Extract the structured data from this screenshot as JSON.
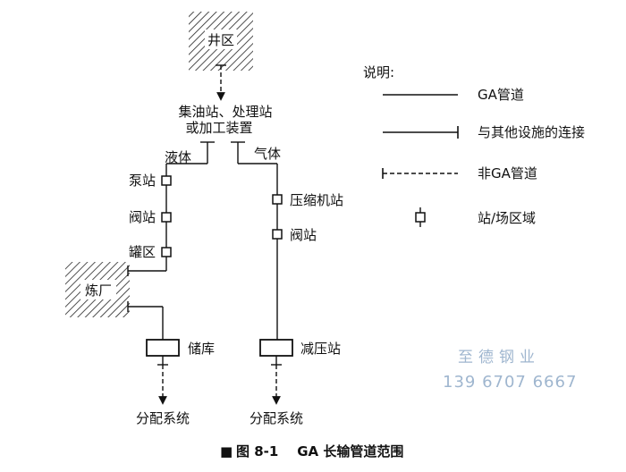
{
  "nodes": {
    "well_area": "井区",
    "gathering_line1": "集油站、处理站",
    "gathering_line2": "或加工装置",
    "liquid": "液体",
    "gas": "气体",
    "pump_station": "泵站",
    "valve_station_left": "阀站",
    "tank_area": "罐区",
    "refinery": "炼厂",
    "storage": "储库",
    "distribution_left": "分配系统",
    "compressor_station": "压缩机站",
    "valve_station_right": "阀站",
    "pressure_reducing_station": "减压站",
    "distribution_right": "分配系统"
  },
  "legend": {
    "title": "说明:",
    "items": [
      {
        "kind": "ga-pipeline",
        "label": "GA管道"
      },
      {
        "kind": "connection",
        "label": "与其他设施的连接"
      },
      {
        "kind": "non-ga-pipeline",
        "label": "非GA管道"
      },
      {
        "kind": "station",
        "label": "站/场区域"
      }
    ]
  },
  "caption": {
    "marker": "■",
    "text": "图 8-1    GA 长输管道范围"
  },
  "watermark": {
    "line1": "至德钢业",
    "line2": "139 6707 6667"
  },
  "colors": {
    "ink": "#111111",
    "watermark": "#9fb6cf"
  }
}
